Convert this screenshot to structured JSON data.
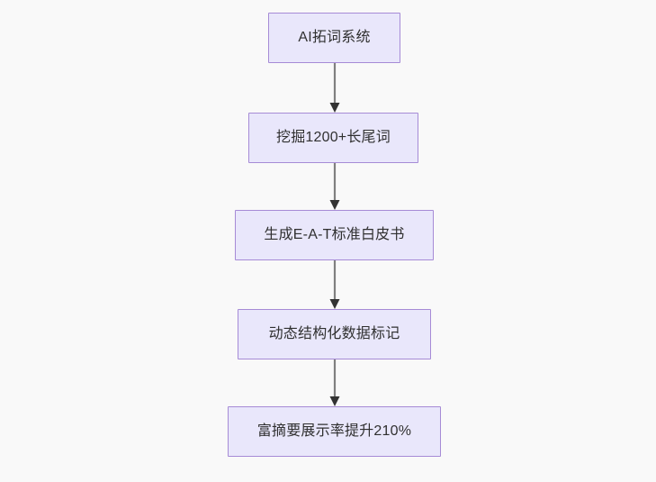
{
  "diagram": {
    "type": "flowchart",
    "orientation": "top-to-bottom",
    "background_color": "#f9f9f9",
    "node_fill_color": "#e9e7fb",
    "node_border_color": "#a68bd6",
    "node_text_color": "#303030",
    "connector_line_color": "#808080",
    "connector_arrow_color": "#333333",
    "nodes": [
      {
        "id": "node-0",
        "label": "AI拓词系统"
      },
      {
        "id": "node-1",
        "label": "挖掘1200+长尾词"
      },
      {
        "id": "node-2",
        "label": "生成E-A-T标准白皮书"
      },
      {
        "id": "node-3",
        "label": "动态结构化数据标记"
      },
      {
        "id": "node-4",
        "label": "富摘要展示率提升210%"
      }
    ],
    "edges": [
      {
        "id": "edge-0",
        "from": "node-0",
        "to": "node-1",
        "arrow": "down-arrow-icon"
      },
      {
        "id": "edge-1",
        "from": "node-1",
        "to": "node-2",
        "arrow": "down-arrow-icon"
      },
      {
        "id": "edge-2",
        "from": "node-2",
        "to": "node-3",
        "arrow": "down-arrow-icon"
      },
      {
        "id": "edge-3",
        "from": "node-3",
        "to": "node-4",
        "arrow": "down-arrow-icon"
      }
    ]
  }
}
